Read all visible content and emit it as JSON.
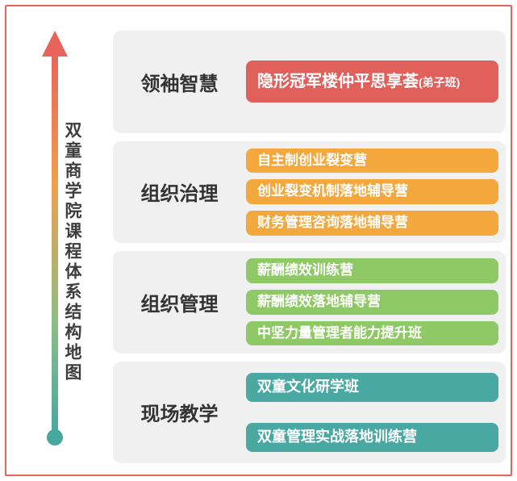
{
  "title": "双童商学院课程体系结构地图",
  "colors": {
    "frame_border": "#e8635a",
    "arrow_top": "#e8645a",
    "arrow_bottom": "#47a8a1",
    "section_background": "#f0f0f0"
  },
  "sections": [
    {
      "title": "领袖智慧",
      "color": "#e0605c",
      "courses": [
        {
          "label": "隐形冠军楼仲平思享荟",
          "note": "(弟子班)"
        }
      ]
    },
    {
      "title": "组织治理",
      "color": "#f3a73c",
      "courses": [
        {
          "label": "自主制创业裂变营"
        },
        {
          "label": "创业裂变机制落地辅导营"
        },
        {
          "label": "财务管理咨询落地辅导营"
        }
      ]
    },
    {
      "title": "组织管理",
      "color": "#8ec965",
      "courses": [
        {
          "label": "薪酬绩效训练营"
        },
        {
          "label": "薪酬绩效落地辅导营"
        },
        {
          "label": "中坚力量管理者能力提升班"
        }
      ]
    },
    {
      "title": "现场教学",
      "color": "#4aa8a2",
      "courses": [
        {
          "label": "双童文化研学班"
        },
        {
          "label": "双童管理实战落地训练营"
        }
      ]
    }
  ]
}
